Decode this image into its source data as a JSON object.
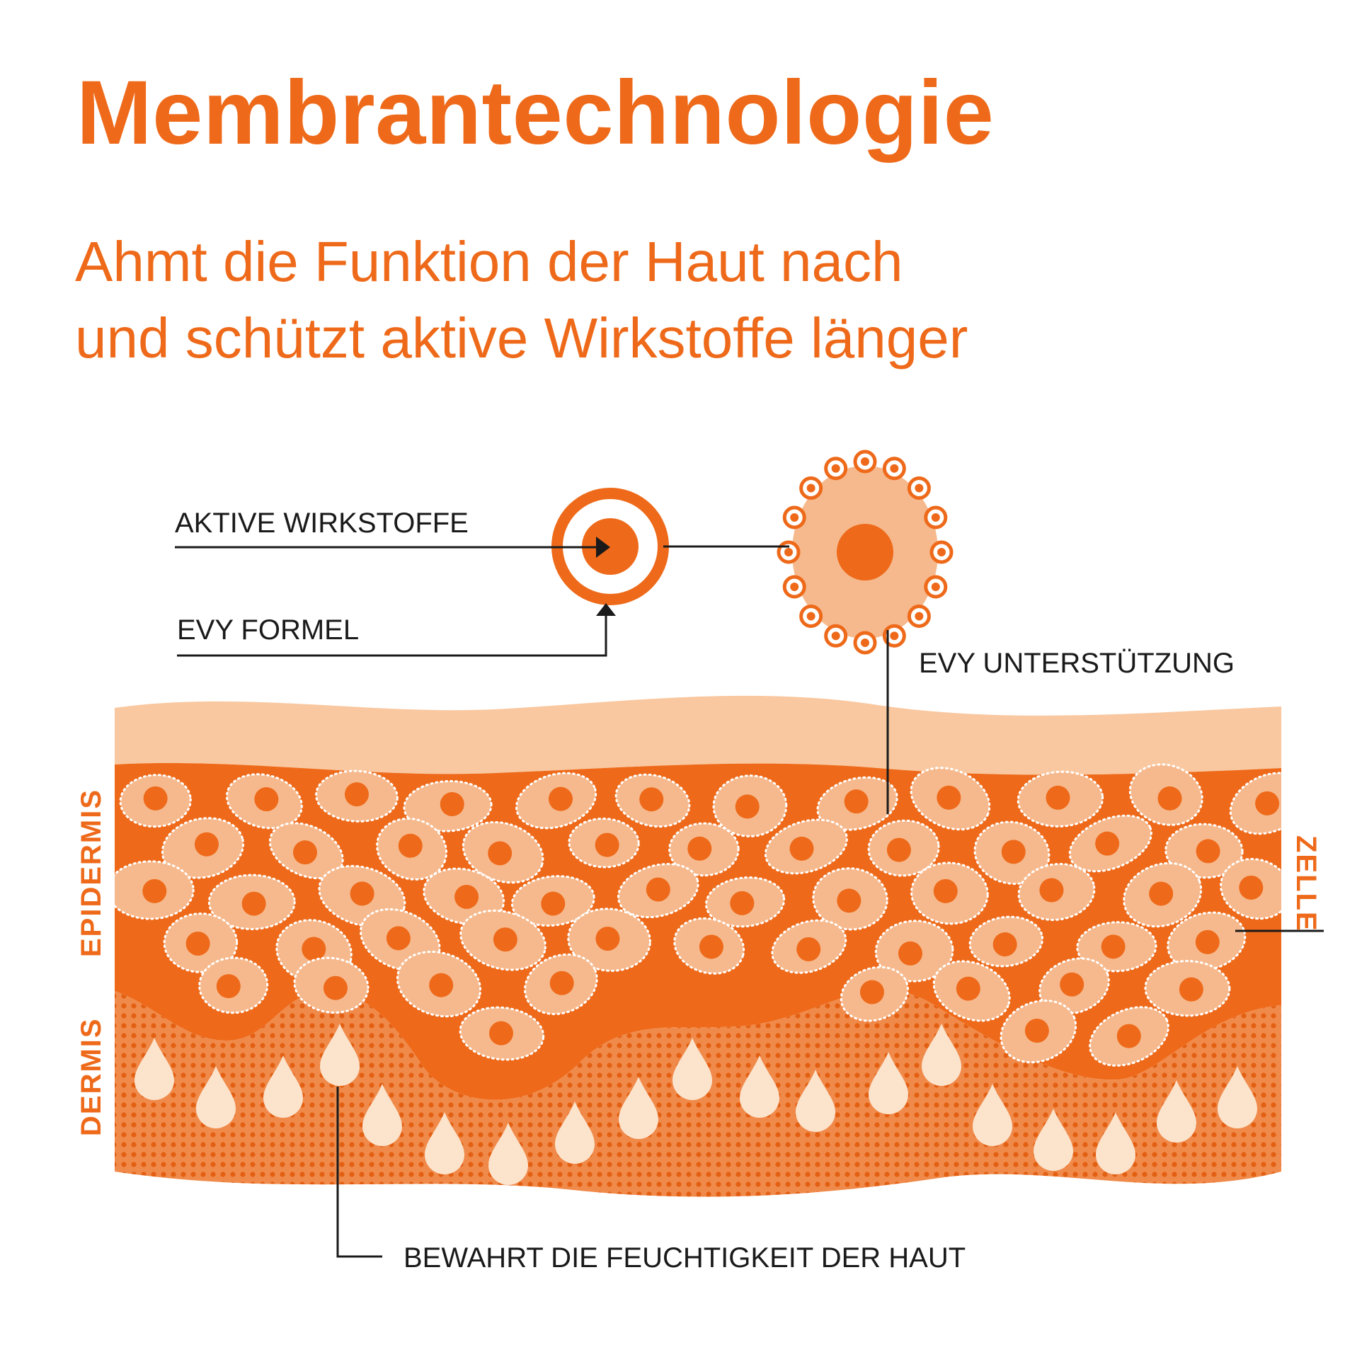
{
  "header": {
    "title": "Membrantechnologie",
    "subtitle_line1": "Ahmt die Funktion der Haut nach",
    "subtitle_line2": "und schützt aktive Wirkstoffe länger"
  },
  "labels": {
    "active_ingredients": "AKTIVE WIRKSTOFFE",
    "formula": "EVY FORMEL",
    "support": "EVY UNTERSTÜTZUNG",
    "epidermis": "EPIDERMIS",
    "dermis": "DERMIS",
    "cell": "ZELLE",
    "moisture": "BEWAHRT DIE FEUCHTIGKEIT DER HAUT"
  },
  "colors": {
    "orange": "#ee6a1a",
    "light_orange": "#f6b98d",
    "pale": "#f9c8a0",
    "droplet": "#fbe3cc"
  }
}
